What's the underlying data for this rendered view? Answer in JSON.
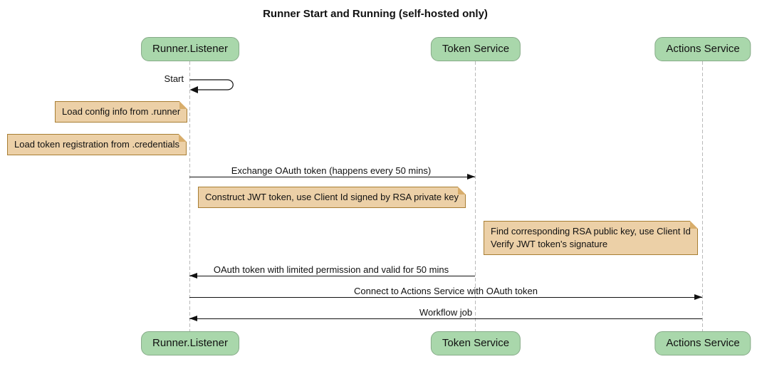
{
  "title": "Runner Start and Running (self-hosted only)",
  "colors": {
    "participant_fill": "#a9d7ab",
    "participant_border": "#86ab88",
    "note_fill": "#ecd0a7",
    "note_border": "#a87e33",
    "lifeline": "#b9b9b9",
    "arrow": "#111111",
    "background": "#ffffff"
  },
  "participants": [
    {
      "name": "Runner.Listener"
    },
    {
      "name": "Token Service"
    },
    {
      "name": "Actions Service"
    }
  ],
  "messages": [
    {
      "label": "Start",
      "type": "self",
      "from": "Runner.Listener",
      "to": "Runner.Listener"
    },
    {
      "label": "Exchange OAuth token (happens every 50 mins)",
      "type": "solid-arrow",
      "from": "Runner.Listener",
      "to": "Token Service"
    },
    {
      "label": "OAuth token with limited permission and valid for 50 mins",
      "type": "solid-arrow",
      "from": "Token Service",
      "to": "Runner.Listener"
    },
    {
      "label": "Connect to Actions Service with OAuth token",
      "type": "solid-arrow",
      "from": "Runner.Listener",
      "to": "Actions Service"
    },
    {
      "label": "Workflow job",
      "type": "solid-arrow",
      "from": "Actions Service",
      "to": "Runner.Listener"
    }
  ],
  "notes": [
    {
      "text": "Load config info from .runner",
      "anchor": "left of Runner.Listener"
    },
    {
      "text": "Load token registration from .credentials",
      "anchor": "left of Runner.Listener"
    },
    {
      "text": "Construct JWT token, use Client Id signed by RSA private key",
      "anchor": "between Runner.Listener and Token Service"
    },
    {
      "lines": [
        "Find corresponding RSA public key, use Client Id",
        "Verify JWT token's signature"
      ],
      "anchor": "between Token Service and Actions Service"
    }
  ]
}
